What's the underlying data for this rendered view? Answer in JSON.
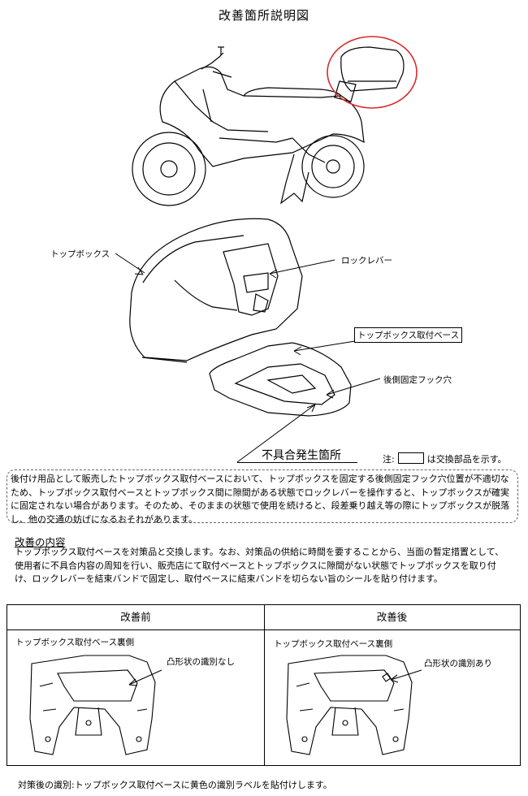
{
  "title": "改善箇所説明図",
  "labels": {
    "top_box": "トップボックス",
    "lock_lever": "ロックレバー",
    "mount_base": "トップボックス取付ベース",
    "hook_hole": "後側固定フック穴",
    "defect_location": "不具合発生箇所"
  },
  "note": {
    "prefix": "注:",
    "suffix": "は交換部品を示す。"
  },
  "problem_text": "後付け用品として販売したトップボックス取付ベースにおいて、トップボックスを固定する後側固定フック穴位置が不適切なため、トップボックス取付ベースとトップボックス間に隙間がある状態でロックレバーを操作すると、トップボックスが確実に固定されない場合があります。そのため、そのままの状態で使用を続けると、段差乗り越え等の際にトップボックスが脱落し、他の交通の妨げになるおそれがあります。",
  "kaizen": {
    "heading": "改善の内容",
    "body": "トップボックス取付ベースを対策品と交換します。なお、対策品の供給に時間を要することから、当面の暫定措置として、使用者に不具合内容の周知を行い、販売店にて取付ベースとトップボックスに隙間がない状態でトップボックスを取り付け、ロックレバーを結束バンドで固定し、取付ベースに結束バンドを切らない旨のシールを貼り付けます。"
  },
  "comparison": {
    "before": {
      "header": "改善前",
      "subtitle": "トップボックス取付ベース裏側",
      "callout": "凸形状の識別なし"
    },
    "after": {
      "header": "改善後",
      "subtitle": "トップボックス取付ベース裏側",
      "callout": "凸形状の識別あり"
    }
  },
  "footer": "対策後の識別:トップボックス取付ベースに黄色の識別ラベルを貼付けします。",
  "colors": {
    "highlight_circle": "#d62b2b",
    "line": "#000000"
  }
}
